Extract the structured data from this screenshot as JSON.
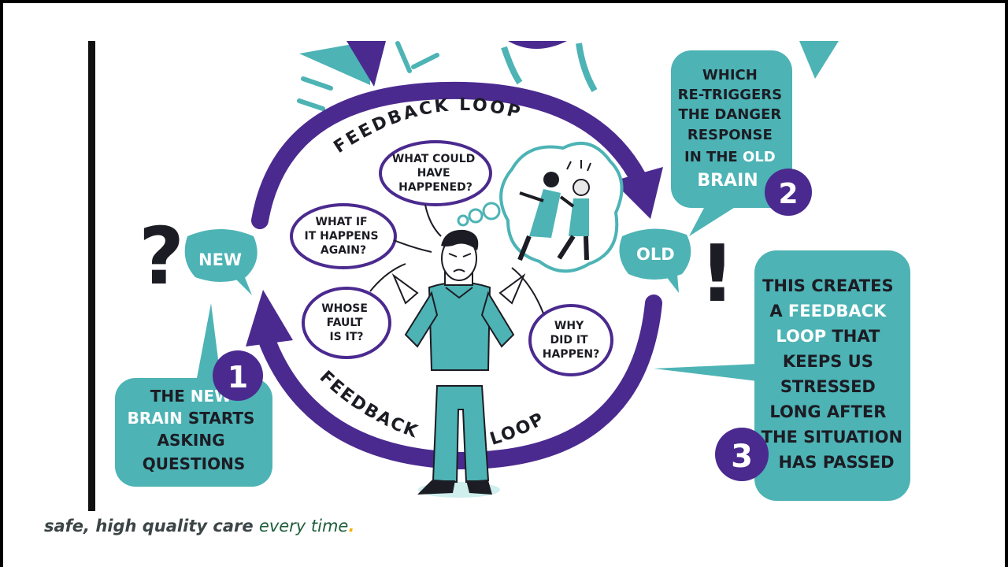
{
  "colors": {
    "teal": "#4db3b5",
    "purple": "#4b2a8f",
    "dark": "#1c1c24",
    "highlight": "#ffffff",
    "footer_text": "#3b4446",
    "footer_accent": "#1f5e3a",
    "footer_dot": "#f0b400"
  },
  "loop": {
    "top_label": "FEEDBACK LOOP",
    "bottom_left_label": "FEEDBACK",
    "bottom_right_label": "LOOP"
  },
  "brains": {
    "new": "NEW",
    "old": "OLD"
  },
  "thoughts": [
    {
      "lines": [
        "WHAT COULD",
        "HAVE",
        "HAPPENED?"
      ]
    },
    {
      "lines": [
        "WHAT IF",
        "IT HAPPENS",
        "AGAIN?"
      ]
    },
    {
      "lines": [
        "WHOSE",
        "FAULT",
        "IS IT?"
      ]
    },
    {
      "lines": [
        "WHY",
        "DID IT",
        "HAPPEN?"
      ]
    }
  ],
  "callouts": {
    "step1": {
      "number": "1",
      "line1_pre": "THE ",
      "line1_hl": "NEW",
      "line2_hl": "BRAIN",
      "line2_post": " STARTS",
      "line3": "ASKING",
      "line4": "QUESTIONS"
    },
    "step2": {
      "number": "2",
      "line1": "WHICH",
      "line2": "RE-TRIGGERS",
      "line3": "THE DANGER",
      "line4": "RESPONSE",
      "line5_pre": "IN THE ",
      "line5_hl": "OLD",
      "line6_hl": "BRAIN"
    },
    "step3": {
      "number": "3",
      "line1": "THIS CREATES",
      "line2_pre": "A ",
      "line2_hl": "FEEDBACK",
      "line3_hl": "LOOP",
      "line3_post": " THAT",
      "line4": "KEEPS US",
      "line5": "STRESSED",
      "line6": "LONG AFTER",
      "line7": "THE SITUATION",
      "line8": "HAS PASSED"
    }
  },
  "symbols": {
    "question": "?",
    "exclamation": "!"
  },
  "footer": {
    "main": "safe, high quality care ",
    "accent": "every time",
    "dot": "."
  }
}
